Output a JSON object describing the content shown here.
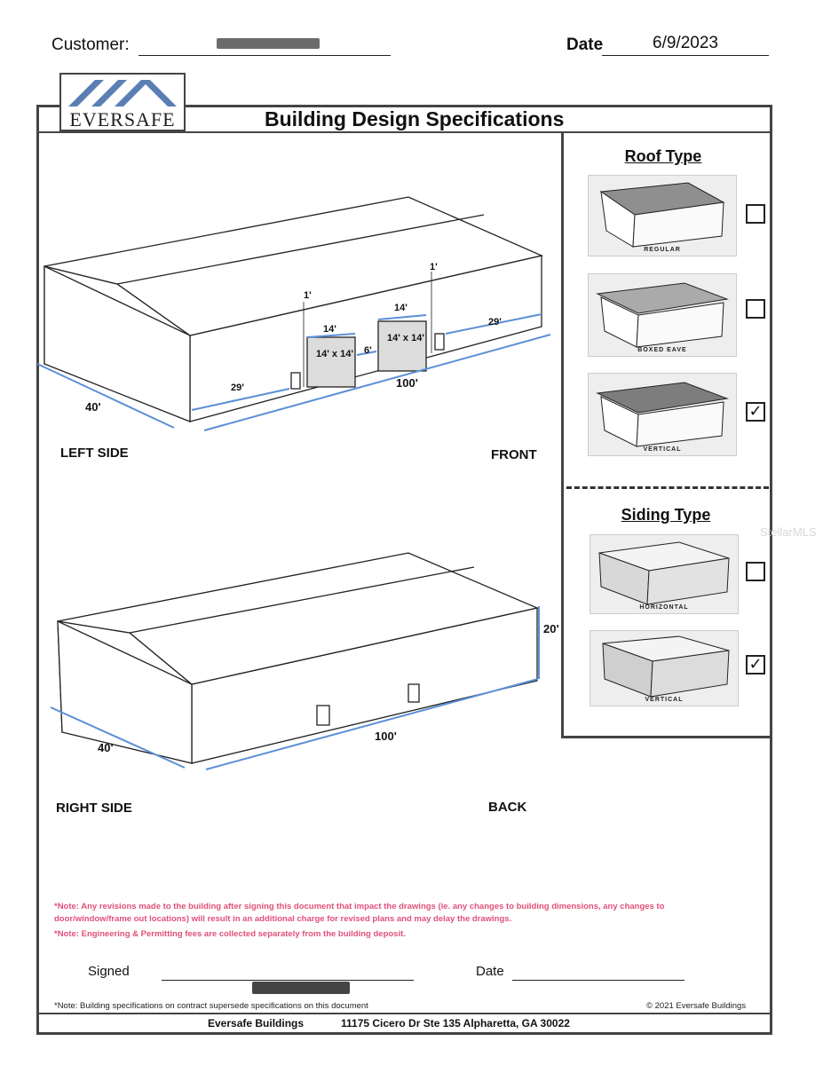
{
  "header": {
    "customer_label": "Customer:",
    "date_label": "Date",
    "date_value": "6/9/2023"
  },
  "brand": {
    "name": "EVERSAFE"
  },
  "title": "Building Design Specifications",
  "roof": {
    "title": "Roof Type",
    "options": [
      {
        "caption": "REGULAR",
        "checked": false
      },
      {
        "caption": "BOXED EAVE",
        "checked": false
      },
      {
        "caption": "VERTICAL",
        "checked": true
      }
    ]
  },
  "siding": {
    "title": "Siding Type",
    "options": [
      {
        "caption": "HORIZONTAL",
        "checked": false
      },
      {
        "caption": "VERTICAL",
        "checked": true
      }
    ]
  },
  "check_mark": "✓",
  "drawing_front": {
    "dims": {
      "overhang_left": "1'",
      "overhang_right": "1'",
      "door_width_left": "14'",
      "door_width_right": "14'",
      "door_size_left": "14' x 14'",
      "door_size_right": "14' x 14'",
      "gap": "6'",
      "left_offset": "29'",
      "right_offset": "29'",
      "length": "100'",
      "width": "40'"
    },
    "label_left": "LEFT SIDE",
    "label_right": "FRONT"
  },
  "drawing_back": {
    "dims": {
      "height": "20'",
      "length": "100'",
      "width": "40'"
    },
    "label_left": "RIGHT SIDE",
    "label_right": "BACK"
  },
  "notes": [
    "*Note: Any revisions made to the building after signing this document that impact the drawings (ie. any changes to building dimensions, any changes to door/window/frame out locations) will result in an additional charge for revised plans and may delay the drawings.",
    "*Note: Engineering & Permitting fees are collected separately from the building deposit."
  ],
  "signature": {
    "signed_label": "Signed",
    "date_label": "Date"
  },
  "contract_note": "*Note: Building specifications on contract supersede specifications on this document",
  "copyright": "© 2021 Eversafe Buildings",
  "footer": {
    "company": "Eversafe Buildings",
    "address": "11175 Cicero Dr Ste 135  Alpharetta, GA 30022"
  },
  "watermark": "StellarMLS",
  "colors": {
    "dimension": "#5b8fd6",
    "note": "#e0507a",
    "frame": "#444444"
  }
}
